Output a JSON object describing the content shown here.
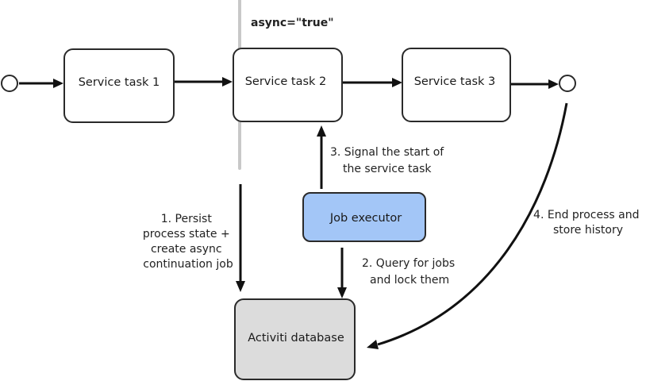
{
  "annotation": {
    "async_label": "async=\"true\""
  },
  "nodes": {
    "service_task_1": "Service task 1",
    "service_task_2": "Service task 2",
    "service_task_3": "Service task 3",
    "job_executor": "Job executor",
    "database": "Activiti database"
  },
  "steps": {
    "step1": [
      "1. Persist",
      "process state +",
      "create async",
      "continuation job"
    ],
    "step2": [
      "2. Query for jobs",
      "and lock them"
    ],
    "step3": [
      "3. Signal the start of",
      "the service task"
    ],
    "step4": [
      "4. End process and",
      "store history"
    ]
  },
  "colors": {
    "task_fill": "#ffffff",
    "job_executor_fill": "#a3c6f7",
    "database_fill": "#dcdcdc",
    "async_line": "#c8c8c8",
    "arrow": "#111111"
  }
}
